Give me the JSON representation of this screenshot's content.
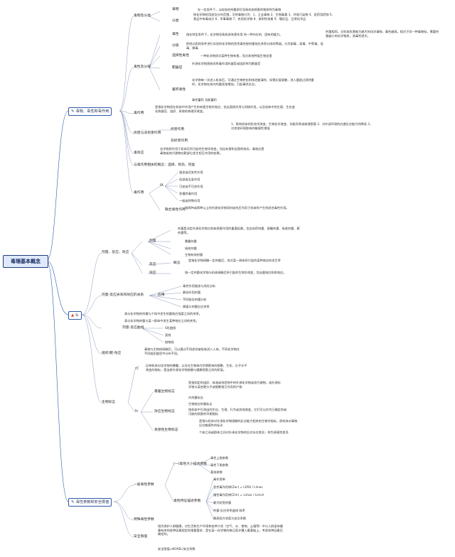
{
  "root": "毒理基本概念",
  "branches": [
    {
      "label": "毒物、毒性和毒作用",
      "icon": "pencil-icon"
    },
    {
      "label": "IL",
      "icon": "fire-icon"
    },
    {
      "label": "毒性参数和安全限值",
      "icon": "pencil-icon"
    }
  ],
  "b1": {
    "nodes": {
      "dwfl": "毒物及分类",
      "dw": "毒物",
      "dw_t": "在一定条件下，以较低的剂量即可导致机体损害的物质称为毒物",
      "fl": "分类",
      "fl_t": "按化学物的用途及分布范围，可将毒物分为：1、工业毒物 2、生物毒素 3、环境污染物 4、医药用药物 5、食品中有毒成分 6、军事毒物 7、农用化学物 8、放射性核素 9、嗜好品、日常化学品",
      "dxfl": "毒性及分级",
      "dx": "毒性",
      "dx_t": "指在特定条件下，化学物导致机体有害作用 的一种内在的、固有的能力。",
      "dx_r": "剂量相同，对机体危害能力越大的化学毒物，毒性越高。相对于同一种毒物标，需要剂量越小的化学物质，其毒性就大。",
      "fj": "分级",
      "fj_t": "把经过相同条件进行实验的化学物的急性毒性按剂量效应关系分成的等级。分为剧毒、高毒、中等毒、低毒、微毒",
      "xzdx": "选择性毒性",
      "xzdx_t": "一种化学物质对某种生物有害，而对其他种类生物无害",
      "pgd": "靶器官",
      "pgd_t": "外源化学物直接发挥毒作用的器官或组织称为靶器官",
      "zhdx": "蓄积毒性",
      "zhdx_t": "化学物每一次进入机体后，可通过生物转化和排泄被清除，如果反复接触，进入量超过消除量时，化学物在体内的量逐渐增加，引起毒性反应。",
      "zh_note": "毒性蓄积 功能蓄积",
      "dzy": "毒作用",
      "dzy_t": "是指化学物质在机体中作用产生的有害生物学效应，包括直接作用与间接作用，以及机体中的生理、生化变化和器官、组织、系统的病理学改变。",
      "hzbh": "损害与非损害作用",
      "sh": "损害作用",
      "sh_t": "1、影响机体的形态学改变、生物化学改变、功能异常或病理损害 2、对外部环境的应激反应能力的降低 3、对其他环境影响的敏感性增强",
      "fsh": "非损害作用",
      "dxxy": "毒效应",
      "dxxy_t": "化学物质作用于机体后所引起的生物学改变，包括有害和无害的效应，毒效应是毒物或其代谢物在靶部位发生相互作用的结果。",
      "dxzb": "与毒作用相关的概念：选择、损伤、恢复",
      "lx": "毒作用",
      "lx_items": [
        "速发或迟发性作用",
        "局部或全身作用",
        "可逆或不可逆作用",
        "急慢性毒作用",
        "一般或特殊作用"
      ],
      "lhdx": "联合毒性作用",
      "lhdx_t": "指两种或两种以上的外源化学物同时或先后作用于机体所产生的综合毒性作用。",
      "a1": "IA"
    }
  },
  "b2": {
    "nodes": {
      "jl": "剂量、反应、效应",
      "jl2": "剂量",
      "jl_t": "剂量是决定外源化学物对机体损害作用的重要因素，包含给药剂量、接触剂量、吸收剂量、靶剂量等。",
      "jl_1": "暴露剂量",
      "jl_2": "吸收剂量",
      "jl_3": "生物有效剂量",
      "fy": "反应",
      "fy_t": "是指化学物接触一定剂量后，其对某一群体所引起的某种效应的发生率",
      "xy": "效应",
      "xy_t": "指一定剂量化学物与机体接触后所引起的生物学改变，包括量效应和质效应。",
      "gn": "概念",
      "jlxy": "剂量-反应关系和效应的关系",
      "yy": "应用",
      "yy_items": [
        "毒性作用描述与风险分析",
        "最低作用剂量",
        "不同效应剂量分析",
        "阈值与剂量反应关系"
      ],
      "jl_gx1": "表示化学物的剂量与个体中发生的量效应强度之间的关系。",
      "jl_gx2": "表示化学物剂量与某一群体中发生某种效应之间的关系。",
      "qx": "剂量-反应曲线",
      "qx_items": [
        "S形曲线",
        "直线",
        "抛物线"
      ],
      "zhb": "组织/靶-效应",
      "zhb_t": "毒物与生物体接触后，可以通过不同途径被吸收进入人体，不同化学物在不同组织器官中分布不同。",
      "swzb": "生物标志",
      "swzb_t": "反映机体对化学物的暴露，以及在生物体内早期影响的细胞、生化、分子水平改变的指标，是连接外源化学物接触与健康损害之间的桥梁。",
      "bl": "暴露生物标志",
      "bl_t": "是指测定的组织、体液或排泄物中的外源化学物或其代谢物，或外源化学物与某些靶分子或细胞相互作用的产物",
      "bl_1": "内剂量标志",
      "bl_2": "生物效应剂量标志",
      "xyb": "效应生物标志",
      "xyb_t": "指机体中可测出的生化、生理、行为或其他改变，它们可以作为已确定的或可能的损害的早期指标",
      "ygx": "易感性生物标志",
      "ygx_t": "是指与机体对外源化学物接触的反应能力相关的生物学指标，即机体对毒物反应敏感性的标志",
      "ygx_t2": "个体之间或群体之间对外来化学物的反应存在差异，称为易感性差异",
      "fc": "fc",
      "gc": "rC"
    }
  },
  "b3": {
    "nodes": {
      "ybs": "一般毒性参数",
      "jl_ybs": "(一)毒性大小描述参数",
      "items1": [
        "毒性上限参数",
        "毒性下限参数",
        "基准参数"
      ],
      "tzs": "毒性特征描述参数",
      "items2": [
        "毒作用带",
        "急性毒作用带(Zac) = LD50 / Limac",
        "慢性毒作用带(Zch) = Limac / Limch",
        "最大耐受剂量",
        "剂量-反应关系曲线 斜率",
        "最高容许浓度与安全系数"
      ],
      "tsdx": "特殊毒性参数",
      "aqxz": "安全限值",
      "aqxz_t": "指为保护人群健康，对生活和生产环境和各种介质（空气、水、食物、土壤等）中与人群身体健康有关的各种因素规定的限量要求，是在某一化学物的每日容许摄入量基础上，考虑各种因素后确定的。",
      "aqxz_f": "安全限值=NOAEL/安全系数"
    }
  }
}
